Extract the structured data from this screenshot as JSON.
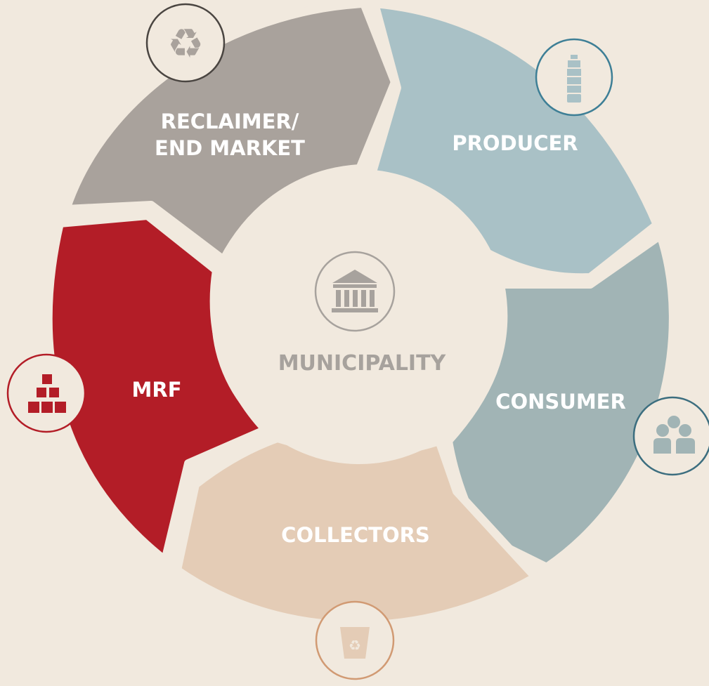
{
  "colors": {
    "background": "#f1e9de",
    "producer": "#a9c1c6",
    "consumer": "#a1b4b5",
    "collectors": "#e4ccb6",
    "mrf": "#b31d27",
    "reclaimer": "#a9a29c",
    "center": "#f1e9de",
    "center_text": "#a7a29d",
    "label_text": "#ffffff"
  },
  "center": {
    "label": "MUNICIPALITY",
    "icon": "government-building-icon"
  },
  "segments": [
    {
      "id": "producer",
      "lines": [
        "PRODUCER"
      ],
      "icon": "water-bottle-icon",
      "icon_color": "#3e7f96"
    },
    {
      "id": "consumer",
      "lines": [
        "CONSUMER"
      ],
      "icon": "people-group-icon",
      "icon_color": "#3c6e7f"
    },
    {
      "id": "collectors",
      "lines": [
        "COLLECTORS"
      ],
      "icon": "recycling-bin-icon",
      "icon_color": "#d19a73"
    },
    {
      "id": "mrf",
      "lines": [
        "MRF"
      ],
      "icon": "stacked-boxes-icon",
      "icon_color": "#b31d27"
    },
    {
      "id": "reclaimer",
      "lines": [
        "RECLAIMER/",
        "END MARKET"
      ],
      "icon": "recycle-arrows-icon",
      "icon_color": "#4a4541"
    }
  ]
}
